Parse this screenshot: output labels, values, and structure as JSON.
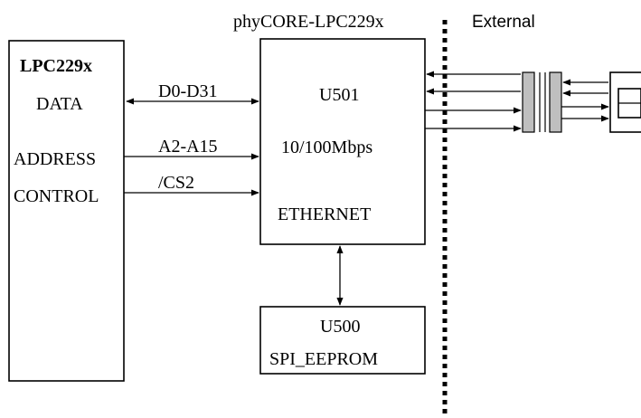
{
  "mcu": {
    "title": "LPC229x",
    "data_label": "DATA",
    "address_label": "ADDRESS",
    "control_label": "CONTROL"
  },
  "ethernet": {
    "ref": "U501",
    "speed": "10/100Mbps",
    "name": "ETHERNET"
  },
  "eeprom": {
    "ref": "U500",
    "name": "SPI_EEPROM"
  },
  "buses": {
    "data": "D0-D31",
    "address": "A2-A15",
    "chip_select": "/CS2"
  },
  "boundary": {
    "module_label": "phyCORE-LPC229x",
    "external_label": "External"
  }
}
